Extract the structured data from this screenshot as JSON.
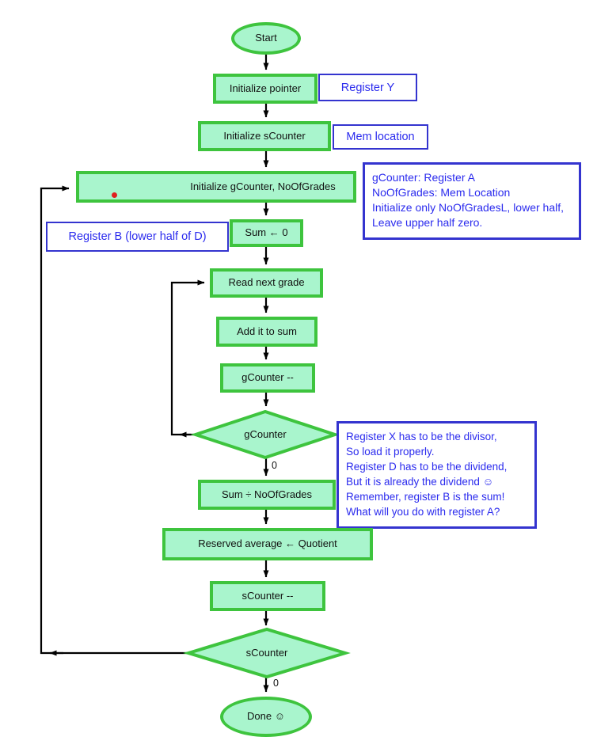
{
  "colors": {
    "node_fill": "#a9f5cd",
    "node_border": "#3ec43e",
    "note_border": "#3434cf",
    "note_text": "#2b2bee",
    "line": "#000000",
    "dot": "#e02020"
  },
  "nodes": {
    "start": "Start",
    "init_pointer": "Initialize pointer",
    "init_scounter": "Initialize sCounter",
    "init_gcounter": "Initialize gCounter, NoOfGrades",
    "sum_zero": "Sum ← 0",
    "read_next_grade": "Read next grade",
    "add_to_sum": "Add it to sum",
    "gcounter_dec": "gCounter --",
    "gcounter_test": "gCounter",
    "sum_divide": "Sum ÷ NoOfGrades",
    "reserved_average": "Reserved average ← Quotient",
    "scounter_dec": "sCounter --",
    "scounter_test": "sCounter",
    "done": "Done ☺"
  },
  "annotations": {
    "register_y": "Register Y",
    "mem_location": "Mem location",
    "register_b": "Register B (lower half of D)",
    "gcounter_note": [
      "gCounter: Register A",
      "NoOfGrades: Mem Location",
      "Initialize only NoOfGradesL, lower half,",
      "Leave upper half zero."
    ],
    "divide_note": [
      "Register X has to be the divisor,",
      "So load it properly.",
      "Register D has to be the dividend,",
      "But it is already the dividend ☺",
      "Remember, register B is the sum!",
      "What will you do with register A?"
    ]
  },
  "edge_labels": {
    "gcounter_zero": "0",
    "scounter_zero": "0"
  }
}
